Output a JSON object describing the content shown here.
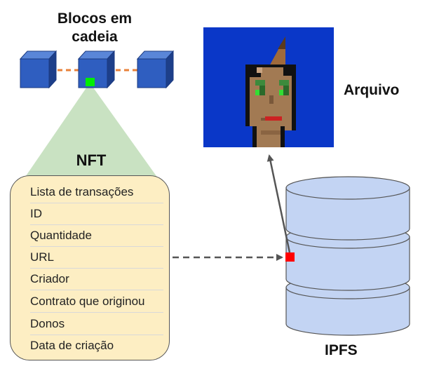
{
  "blockchain": {
    "title": "Blocos em cadeia"
  },
  "nft": {
    "title": "NFT",
    "fields": [
      "Lista de transações",
      "ID",
      "Quantidade",
      "URL",
      "Criador",
      "Contrato que originou",
      "Donos",
      "Data de criação"
    ]
  },
  "file": {
    "label": "Arquivo"
  },
  "ipfs": {
    "label": "IPFS"
  },
  "colors": {
    "block": "#2f5ec0",
    "block_top": "#5a86d8",
    "block_side": "#1d3f8a",
    "chain_link": "#e8823a",
    "selected_block_marker": "#00ee00",
    "cone": "#c9e2c2",
    "nft_panel": "#fdeec3",
    "image_bg": "#0a37c8",
    "skin": "#a27a53",
    "database": "#c3d4f3",
    "url_pointer": "#ff0000",
    "arrow": "#555555"
  }
}
